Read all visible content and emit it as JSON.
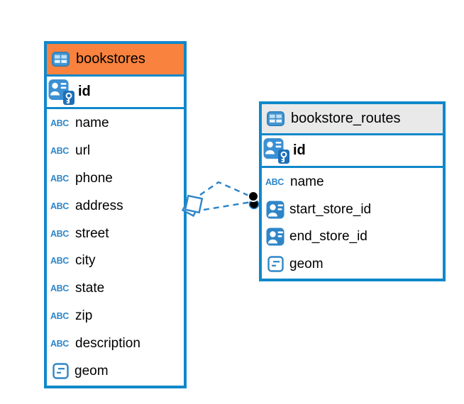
{
  "icons": {
    "text_type_label": "ABC"
  },
  "colors": {
    "border_blue": "#1088CB",
    "icon_blue": "#2E86C8",
    "bookstores_header": "#F8823E",
    "routes_header": "#E9E9E9",
    "row_background": "#FFFFFF"
  },
  "diagram": {
    "tables": [
      {
        "title": "bookstores",
        "primary_key": "id",
        "fields": [
          {
            "name": "name",
            "icon": "text-type-icon"
          },
          {
            "name": "url",
            "icon": "text-type-icon"
          },
          {
            "name": "phone",
            "icon": "text-type-icon"
          },
          {
            "name": "address",
            "icon": "text-type-icon"
          },
          {
            "name": "street",
            "icon": "text-type-icon"
          },
          {
            "name": "city",
            "icon": "text-type-icon"
          },
          {
            "name": "state",
            "icon": "text-type-icon"
          },
          {
            "name": "zip",
            "icon": "text-type-icon"
          },
          {
            "name": "description",
            "icon": "text-type-icon"
          },
          {
            "name": "geom",
            "icon": "geometry-type-icon"
          }
        ]
      },
      {
        "title": "bookstore_routes",
        "primary_key": "id",
        "fields": [
          {
            "name": "name",
            "icon": "text-type-icon"
          },
          {
            "name": "start_store_id",
            "icon": "foreign-key-icon"
          },
          {
            "name": "end_store_id",
            "icon": "foreign-key-icon"
          },
          {
            "name": "geom",
            "icon": "geometry-type-icon"
          }
        ]
      }
    ],
    "relationship": {
      "from_table": "bookstores",
      "to_table": "bookstore_routes",
      "line_count": 2,
      "line_style": "dashed"
    }
  }
}
